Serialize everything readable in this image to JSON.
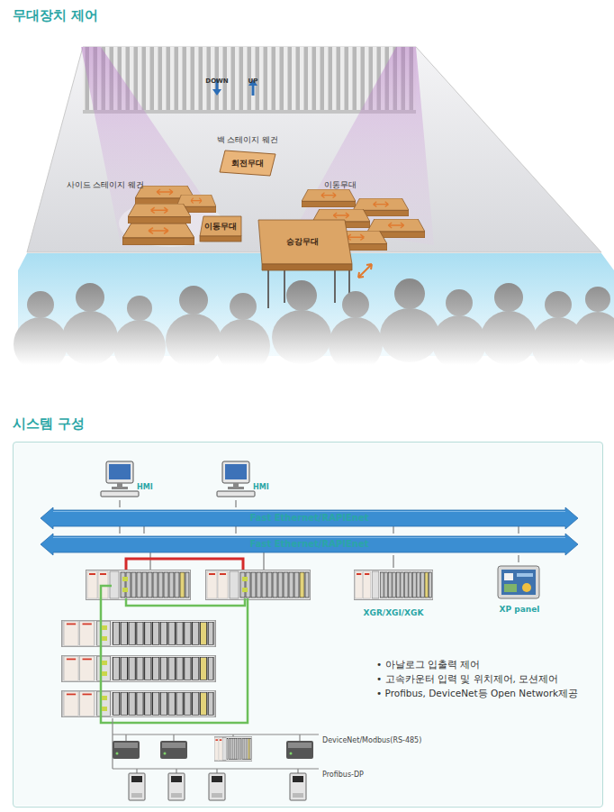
{
  "diagram": {
    "title": "무대장치 제어",
    "nodes": [
      {
        "text": [
          "회전무대"
        ]
      },
      {
        "text": [
          "이동무대"
        ]
      },
      {
        "text": [
          "승강무대"
        ]
      },
      {
        "text": [
          "시스템 구성"
        ]
      },
      {
        "text": [
          "HMI"
        ],
        "in": 3
      },
      {
        "text": [
          "HMI"
        ],
        "in": 3
      },
      {
        "text": [
          "Fast Ethernet/RAPIEnet"
        ],
        "in": 3
      },
      {
        "text": [
          "Fast Ethernet/RAPIEnet"
        ],
        "in": 3
      },
      {
        "text": [
          "XGR/XGI/XGK"
        ],
        "in": 3
      },
      {
        "text": [
          "XP panel"
        ],
        "in": 3
      }
    ],
    "edges": [
      {
        "from": 4,
        "to": 6,
        "arrow": "none"
      },
      {
        "from": 5,
        "to": 6,
        "arrow": "none"
      },
      {
        "from": 7,
        "to": 8,
        "arrow": "none"
      },
      {
        "from": 7,
        "to": 9,
        "arrow": "none"
      }
    ],
    "labels": [
      "DOWN",
      "UP",
      "백 스테이지 웨건",
      "사이드 스테이지 웨건",
      "이동무대",
      "• 아날로그 입출력 제어",
      "• 고속카운터 입력 및 위치제어, 모션제어",
      "• Profibus, DeviceNet등 Open Network제공",
      "DeviceNet/Modbus(RS-485)",
      "Profibus-DP"
    ]
  }
}
